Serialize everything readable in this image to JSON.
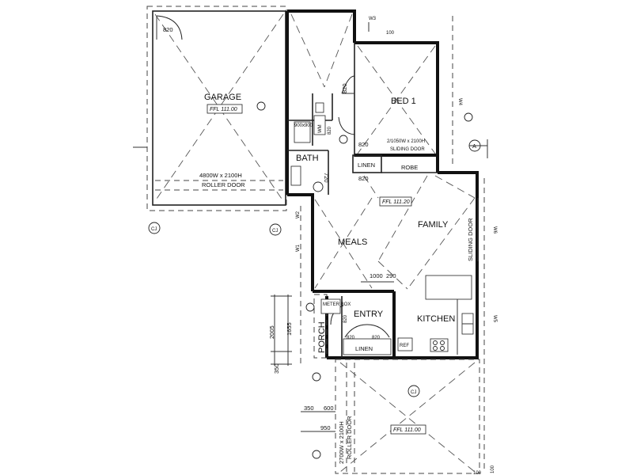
{
  "rooms": {
    "garage": "GARAGE",
    "bed1": "BED 1",
    "bath": "BATH",
    "meals": "MEALS",
    "family": "FAMILY",
    "entry": "ENTRY",
    "kitchen": "KITCHEN",
    "porch": "PORCH"
  },
  "fixtures": {
    "linen_bath": "LINEN",
    "linen_entry": "LINEN",
    "robe": "ROBE",
    "ref": "REF",
    "wm": "WM",
    "meter_box": "METER BOX",
    "shower": "900x900 shwr"
  },
  "ffl": {
    "garage": "FFL 111.00",
    "family": "FFL 111.20",
    "carport": "FFL 111.00"
  },
  "doors": {
    "garage_roller": "4800W x 2100H",
    "garage_roller_label": "ROLLER DOOR",
    "bed_sliding": "2/1050W x 2100H",
    "bed_sliding_label": "SLIDING DOOR",
    "family_sliding": "SLIDING DOOR",
    "carport_roller": "2700W x 2100H",
    "carport_roller_label": "ROLLER DOOR"
  },
  "dimensions": {
    "d820_garage": "820",
    "d820_bed": "820",
    "d820_bedhall": "820",
    "d820_wm": "820",
    "d720": "720",
    "d820_linen": "820",
    "d820_entry_a": "820",
    "d820_entry_b": "820",
    "d820_porch": "820",
    "d1000": "1000",
    "d290": "290",
    "d2005": "2005",
    "d1655": "1655",
    "d350_a": "350",
    "d350_b": "350",
    "d600": "600",
    "d950": "950",
    "d100_a": "100",
    "d100_b": "100",
    "d100_c": "100"
  },
  "windows": {
    "w1": "W1",
    "w2": "W2",
    "w3": "W3",
    "w4": "W4",
    "w5": "W5",
    "w6": "W6"
  },
  "markers": {
    "cj_left": "CJ",
    "cj_right": "CJ",
    "cj_carport": "CJ",
    "section_a": "A"
  }
}
